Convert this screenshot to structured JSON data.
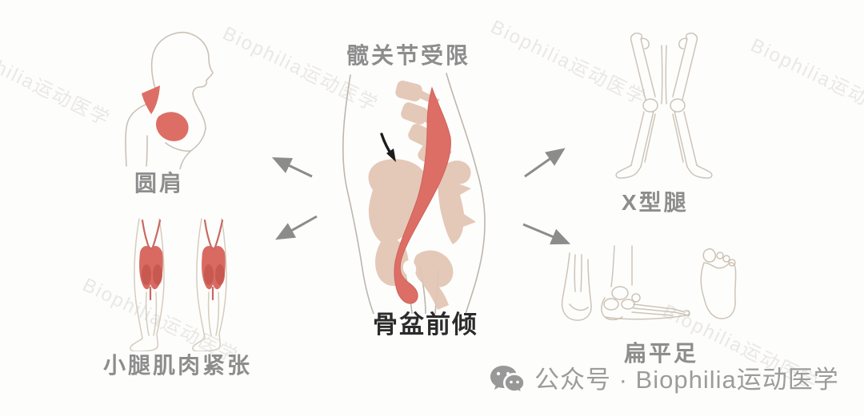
{
  "center": {
    "top_label": "髋关节受限",
    "bottom_label": "骨盆前倾"
  },
  "left": {
    "top_label": "圆肩",
    "bottom_label": "小腿肌肉紧张"
  },
  "right": {
    "top_label": "X型腿",
    "bottom_label": "扁平足"
  },
  "footer": {
    "account_text": "公众号 · Biophilia运动医学",
    "icon": "wechat-icon"
  },
  "watermarks": {
    "diagonal_text": "Biophilia运动医学"
  },
  "colors": {
    "background": "#fdfdfc",
    "muscle_red": "#dd6e66",
    "muscle_red_dark": "#c2554d",
    "bone_tan": "#e3c6b5",
    "outline_gray": "#c9c1b4",
    "label_gray": "#8d8d8d",
    "title_black": "#2b2b2b",
    "arrow_gray": "#8c8c8c",
    "black_arrow": "#1c1c1c",
    "footer_gray": "#9c9c9c"
  }
}
